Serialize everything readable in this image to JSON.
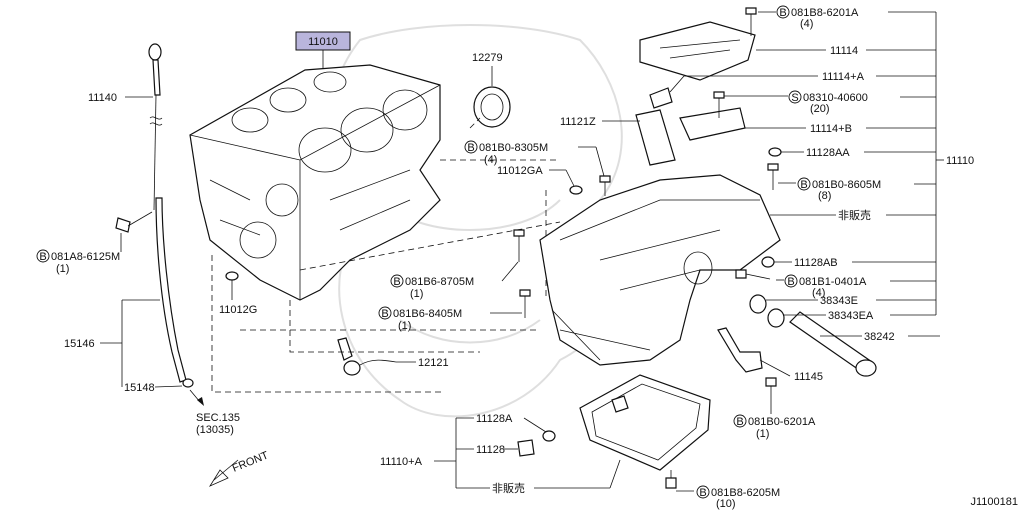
{
  "diagram_id": "J1100181",
  "main_part": "11010",
  "labels": {
    "l11140": "11140",
    "l12279": "12279",
    "l081B8_6201A": "081B8-6201A",
    "l081B8_6201A_q": "(4)",
    "l11114": "11114",
    "l11114A": "11114+A",
    "l08310": "08310-40600",
    "l08310_q": "(20)",
    "l11114B": "11114+B",
    "l11121Z": "11121Z",
    "l081B0_8305M": "081B0-8305M",
    "l081B0_8305M_q": "(4)",
    "l11128AA": "11128AA",
    "l11012GA": "11012GA",
    "l081B0_8605M": "081B0-8605M",
    "l081B0_8605M_q": "(8)",
    "l11110": "11110",
    "l_notsold1": "非販売",
    "l081A8_6125M": "081A8-6125M",
    "l081A8_6125M_q": "(1)",
    "l11128AB": "11128AB",
    "l081B6_8705M": "081B6-8705M",
    "l081B6_8705M_q": "(1)",
    "l081B1_0401A": "081B1-0401A",
    "l081B1_0401A_q": "(4)",
    "l11012G": "11012G",
    "l38343E": "38343E",
    "l081B6_8405M": "081B6-8405M",
    "l081B6_8405M_q": "(1)",
    "l38343EA": "38343EA",
    "l15146": "15146",
    "l38242": "38242",
    "l12121": "12121",
    "l11145": "11145",
    "l15148": "15148",
    "l_sec": "SEC.135",
    "l_sec_sub": "(13035)",
    "l081B0_6201A": "081B0-6201A",
    "l081B0_6201A_q": "(1)",
    "l11128A": "11128A",
    "l11128": "11128",
    "l11110A": "11110+A",
    "l_notsold2": "非販売",
    "l081B8_6205M": "081B8-6205M",
    "l081B8_6205M_q": "(10)",
    "l_front": "FRONT"
  },
  "bolt_prefix": "B",
  "screw_prefix": "S"
}
